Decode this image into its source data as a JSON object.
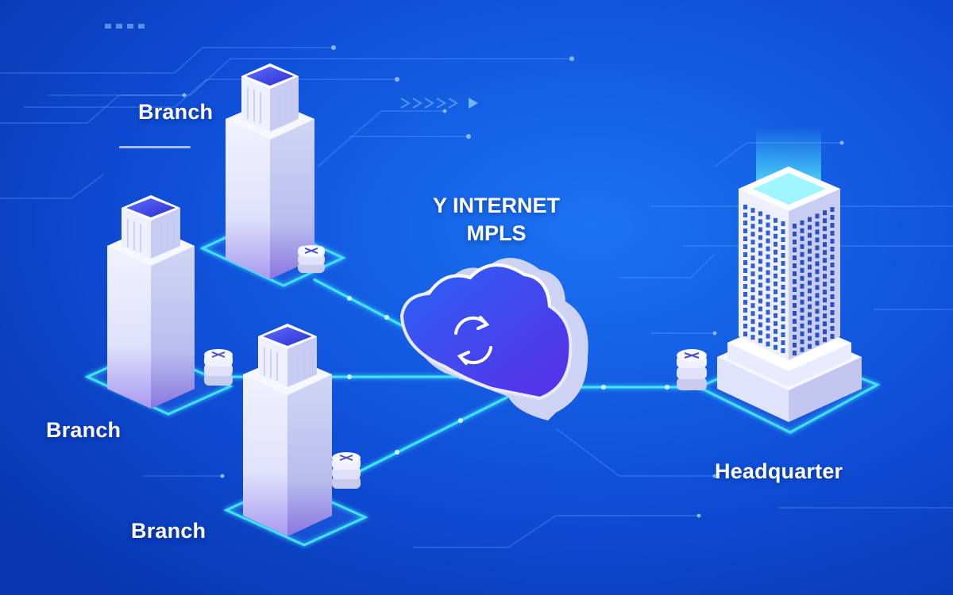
{
  "diagram": {
    "network": {
      "line1": "Y INTERNET",
      "line2": "MPLS"
    },
    "nodes": {
      "branch_top": {
        "label": "Branch"
      },
      "branch_left": {
        "label": "Branch"
      },
      "branch_bottom": {
        "label": "Branch"
      },
      "headquarter": {
        "label": "Headquarter"
      }
    }
  },
  "colors": {
    "background": "#0a3fc4",
    "background_light": "#1a6cf0",
    "connection_glow": "#3fe8ff",
    "cloud_face": "#4a3cf5",
    "building_roof": "#3b46e6"
  },
  "icons": {
    "router": "router-stack-icon",
    "sync": "sync-arrows-icon"
  }
}
